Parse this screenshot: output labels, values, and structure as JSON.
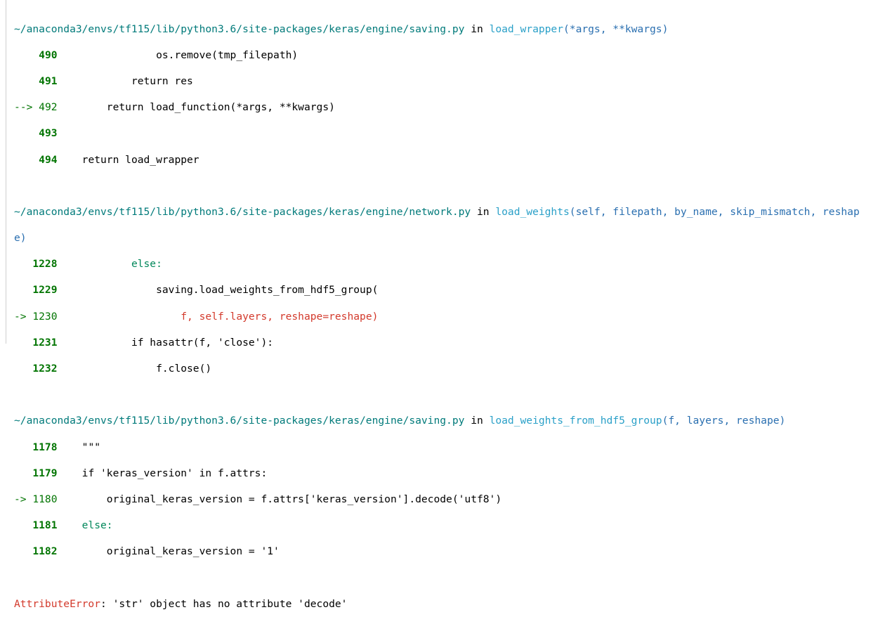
{
  "frames": [
    {
      "path": "~/anaconda3/envs/tf115/lib/python3.6/site-packages/keras/engine/saving.py",
      "in": " in ",
      "func": "load_wrapper",
      "args": "(*args, **kwargs)",
      "lines": [
        {
          "marker": "    ",
          "num": "490",
          "code": "                os.remove(tmp_filepath)"
        },
        {
          "marker": "    ",
          "num": "491",
          "code": "            return res"
        },
        {
          "marker": "--> ",
          "num": "492",
          "code": "        return load_function(*args, **kwargs)"
        },
        {
          "marker": "    ",
          "num": "493",
          "code": ""
        },
        {
          "marker": "    ",
          "num": "494",
          "code": "    return load_wrapper"
        }
      ]
    },
    {
      "path": "~/anaconda3/envs/tf115/lib/python3.6/site-packages/keras/engine/network.py",
      "in": " in ",
      "func": "load_weights",
      "args": "(self, filepath, by_name, skip_mismatch, reshap",
      "args_wrap": "e)",
      "lines": [
        {
          "marker": "   ",
          "num": "1228",
          "code": "            else:"
        },
        {
          "marker": "   ",
          "num": "1229",
          "code": "                saving.load_weights_from_hdf5_group("
        },
        {
          "marker": "-> ",
          "num": "1230",
          "code": "                    f, self.layers, reshape=reshape)"
        },
        {
          "marker": "   ",
          "num": "1231",
          "code": "            if hasattr(f, 'close'):"
        },
        {
          "marker": "   ",
          "num": "1232",
          "code": "                f.close()"
        }
      ]
    },
    {
      "path": "~/anaconda3/envs/tf115/lib/python3.6/site-packages/keras/engine/saving.py",
      "in": " in ",
      "func": "load_weights_from_hdf5_group",
      "args": "(f, layers, reshape)",
      "lines": [
        {
          "marker": "   ",
          "num": "1178",
          "code": "    \"\"\""
        },
        {
          "marker": "   ",
          "num": "1179",
          "code": "    if 'keras_version' in f.attrs:"
        },
        {
          "marker": "-> ",
          "num": "1180",
          "code": "        original_keras_version = f.attrs['keras_version'].decode('utf8')"
        },
        {
          "marker": "   ",
          "num": "1181",
          "code": "    else:"
        },
        {
          "marker": "   ",
          "num": "1182",
          "code": "        original_keras_version = '1'"
        }
      ]
    }
  ],
  "error": {
    "type": "AttributeError",
    "message": ": 'str' object has no attribute 'decode'"
  },
  "colors": {
    "path": "#007a7a",
    "function": "#2aa0c8",
    "line_number": "#007400",
    "error": "#d33a2c"
  }
}
